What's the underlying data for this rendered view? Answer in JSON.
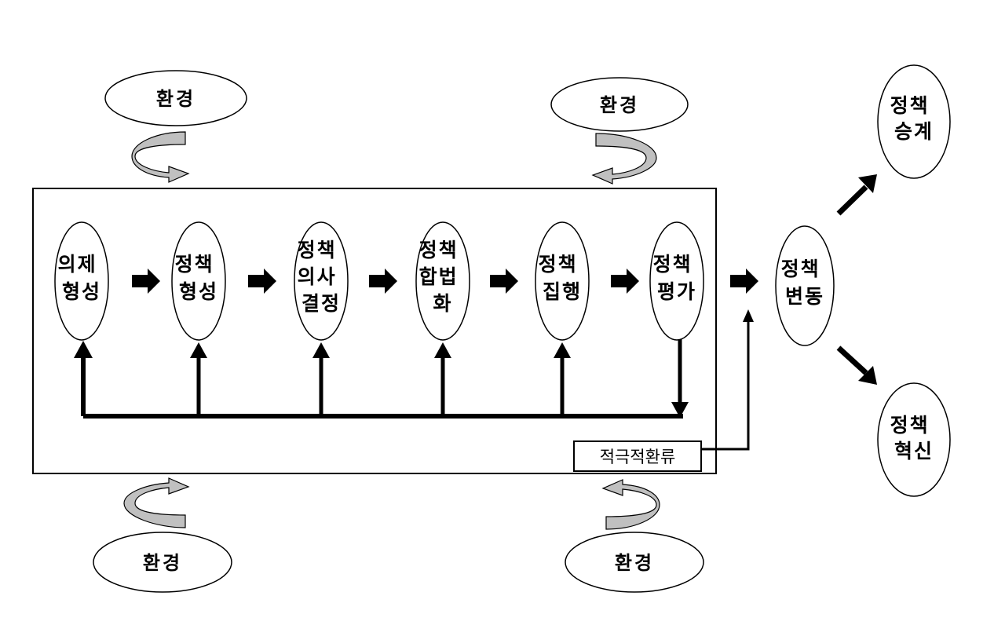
{
  "environment_label": "환경",
  "stages": [
    {
      "lines": [
        "의제",
        "형성"
      ]
    },
    {
      "lines": [
        "정책",
        "형성"
      ]
    },
    {
      "lines": [
        "정책",
        "의사",
        "결정"
      ]
    },
    {
      "lines": [
        "정책",
        "합법",
        "화"
      ]
    },
    {
      "lines": [
        "정책",
        "집행"
      ]
    },
    {
      "lines": [
        "정책",
        "평가"
      ]
    }
  ],
  "policy_change": {
    "lines": [
      "정책",
      "변동"
    ]
  },
  "outcomes": [
    {
      "lines": [
        "정책",
        "승계"
      ]
    },
    {
      "lines": [
        "정책",
        "혁신"
      ]
    }
  ],
  "feedback_label": "적극적환류",
  "colors": {
    "line": "#000000",
    "swirl_fill": "#c0c0c0",
    "background": "#ffffff"
  }
}
